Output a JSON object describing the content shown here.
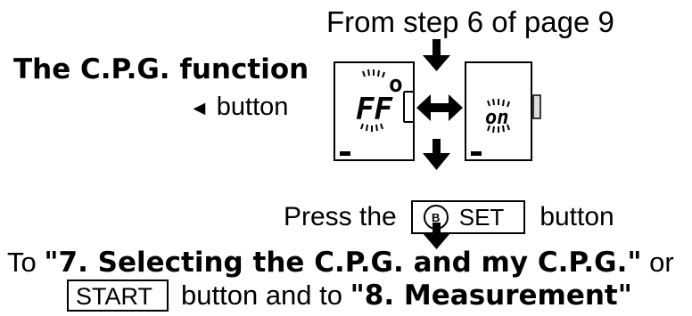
{
  "header": {
    "step_reference": "From step 6 of page 9"
  },
  "left_panel": {
    "title": "The C.P.G. function",
    "button_arrow": "◄",
    "button_label": "button"
  },
  "lcd_off": {
    "top_digit": "o",
    "main_text": "FF"
  },
  "lcd_on": {
    "main_text": "on"
  },
  "press_row": {
    "prefix": "Press the",
    "key_symbol": "B",
    "key_label": "SET",
    "suffix": "button"
  },
  "footer": {
    "line1_to": "To ",
    "line1_target": "\"7. Selecting the C.P.G. and my C.P.G.\"",
    "line1_or": " or",
    "start_key": "START",
    "line2_middle": "button and to ",
    "line2_target": "\"8. Measurement\""
  }
}
